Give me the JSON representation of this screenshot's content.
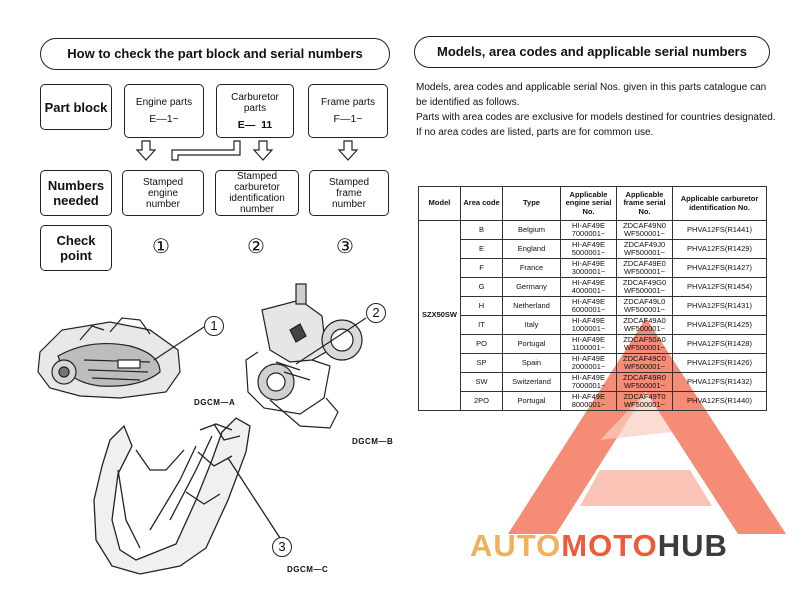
{
  "left_title": "How to check the part block and serial numbers",
  "right_title": "Models, area codes and applicable serial numbers",
  "rows": {
    "part_block": "Part block",
    "numbers_needed": "Numbers needed",
    "check_point": "Check point"
  },
  "parts": {
    "engine": {
      "label": "Engine parts",
      "code": "E—1~"
    },
    "carburetor": {
      "label": "Carburetor parts",
      "code": "E—  11"
    },
    "frame": {
      "label": "Frame parts",
      "code": "F—1~"
    }
  },
  "numbers": {
    "engine": "Stamped engine number",
    "carburetor": "Stamped carburetor identification number",
    "frame": "Stamped frame number"
  },
  "check_points": [
    "①",
    "②",
    "③"
  ],
  "intro": [
    "Models, area codes and applicable serial Nos. given in this parts catalogue can be identified as follows.",
    "Parts with area codes are exclusive for models destined for countries designated.",
    "If no area codes are listed, parts are for common use."
  ],
  "table": {
    "headers": [
      "Model",
      "Area code",
      "Type",
      "Applicable engine serial No.",
      "Applicable frame serial No.",
      "Applicable carburetor identification No."
    ],
    "model": "SZX50SW",
    "rows": [
      {
        "area": "B",
        "type": "Belgium",
        "engine": [
          "HI-AF49E",
          "7000001~"
        ],
        "frame": [
          "ZDCAF49N0",
          "WF500001~"
        ],
        "carb": "PHVA12FS(R1441)"
      },
      {
        "area": "E",
        "type": "England",
        "engine": [
          "HI-AF49E",
          "5000001~"
        ],
        "frame": [
          "ZDCAF49J0",
          "WF500001~"
        ],
        "carb": "PHVA12FS(R1429)"
      },
      {
        "area": "F",
        "type": "France",
        "engine": [
          "HI-AF49E",
          "3000001~"
        ],
        "frame": [
          "ZDCAF49E0",
          "WF500001~"
        ],
        "carb": "PHVA12FS(R1427)"
      },
      {
        "area": "G",
        "type": "Germany",
        "engine": [
          "HI-AF49E",
          "4000001~"
        ],
        "frame": [
          "ZDCAF49G0",
          "WF500001~"
        ],
        "carb": "PHVA12FS(R1454)"
      },
      {
        "area": "H",
        "type": "Netherland",
        "engine": [
          "HI-AF49E",
          "6000001~"
        ],
        "frame": [
          "ZDCAF49L0",
          "WF500001~"
        ],
        "carb": "PHVA12FS(R1431)"
      },
      {
        "area": "IT",
        "type": "Italy",
        "engine": [
          "HI-AF49E",
          "1000001~"
        ],
        "frame": [
          "ZDCAF49A0",
          "WF500001~"
        ],
        "carb": "PHVA12FS(R1425)"
      },
      {
        "area": "PO",
        "type": "Portugal",
        "engine": [
          "HI-AF49E",
          "1100001~"
        ],
        "frame": [
          "ZDCAF50A0",
          "WF500001~"
        ],
        "carb": "PHVA12FS(R1428)"
      },
      {
        "area": "SP",
        "type": "Spain",
        "engine": [
          "HI-AF49E",
          "2000001~"
        ],
        "frame": [
          "ZDCAF49C0",
          "WF500001~"
        ],
        "carb": "PHVA12FS(R1426)"
      },
      {
        "area": "SW",
        "type": "Switzerland",
        "engine": [
          "HI-AF49E",
          "7000001~"
        ],
        "frame": [
          "ZDCAF49R0",
          "WF500001~"
        ],
        "carb": "PHVA12FS(R1432)"
      },
      {
        "area": "2PO",
        "type": "Portugal",
        "engine": [
          "HI-AF49E",
          "8000001~"
        ],
        "frame": [
          "ZDCAF49T0",
          "WF500001~"
        ],
        "carb": "PHVA12FS(R1440)"
      }
    ]
  },
  "captions": {
    "a": "DGCM—A",
    "b": "DGCM—B",
    "c": "DGCM—C"
  },
  "callouts": [
    "1",
    "2",
    "3"
  ],
  "watermark": {
    "auto": "AUTO",
    "moto": "MOTO",
    "hub": "HUB",
    "accent": "#f05a3a",
    "light": "#f2b05a"
  }
}
